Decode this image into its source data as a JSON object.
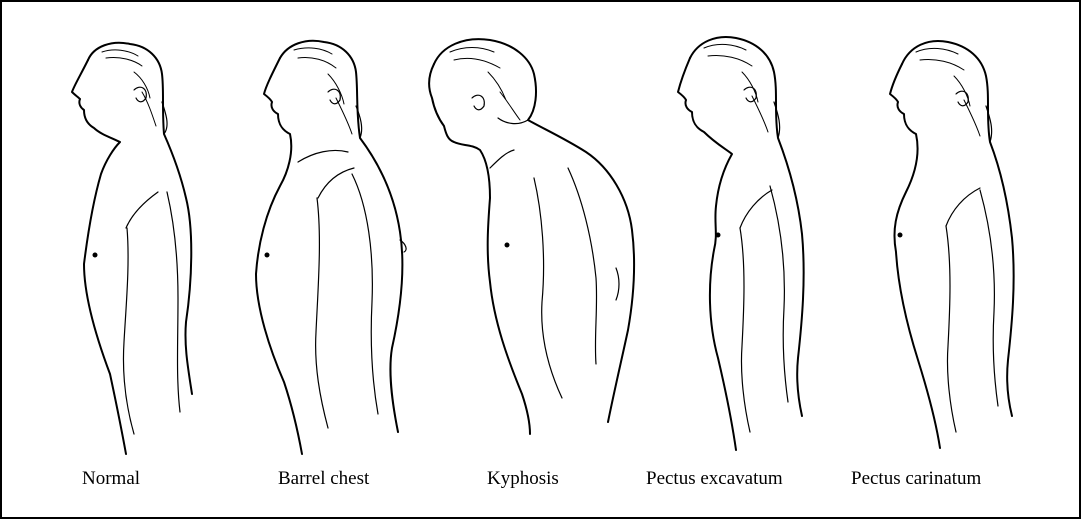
{
  "figures": [
    {
      "id": "normal",
      "label": "Normal"
    },
    {
      "id": "barrel-chest",
      "label": "Barrel chest"
    },
    {
      "id": "kyphosis",
      "label": "Kyphosis"
    },
    {
      "id": "pectus-excavatum",
      "label": "Pectus excavatum"
    },
    {
      "id": "pectus-carinatum",
      "label": "Pectus carinatum"
    }
  ],
  "colors": {
    "ink": "#000000",
    "paper": "#ffffff"
  }
}
